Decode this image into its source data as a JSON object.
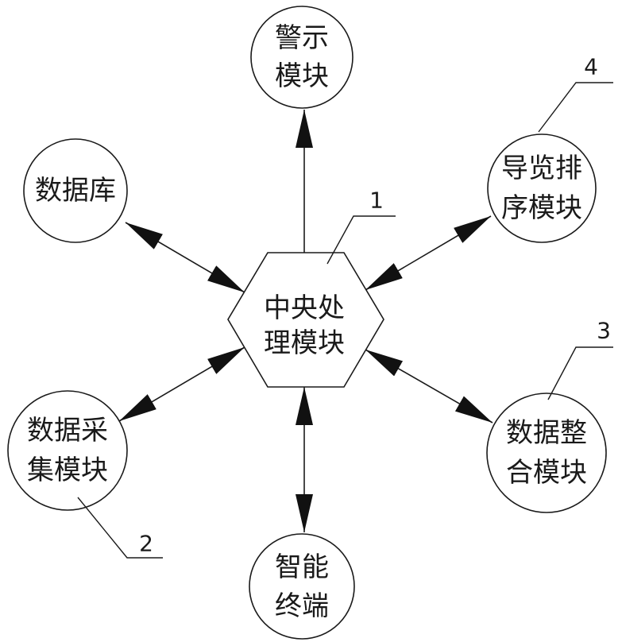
{
  "diagram": {
    "center": {
      "lines": [
        "中央处",
        "理模块"
      ]
    },
    "nodes": {
      "warning": {
        "lines": [
          "警示",
          "模块"
        ]
      },
      "database": {
        "lines": [
          "数据库"
        ]
      },
      "guide": {
        "lines": [
          "导览排",
          "序模块"
        ]
      },
      "collect": {
        "lines": [
          "数据采",
          "集模块"
        ]
      },
      "integrate": {
        "lines": [
          "数据整",
          "合模块"
        ]
      },
      "terminal": {
        "lines": [
          "智能",
          "终端"
        ]
      }
    },
    "labels": {
      "ref1": "1",
      "ref2": "2",
      "ref3": "3",
      "ref4": "4"
    }
  }
}
